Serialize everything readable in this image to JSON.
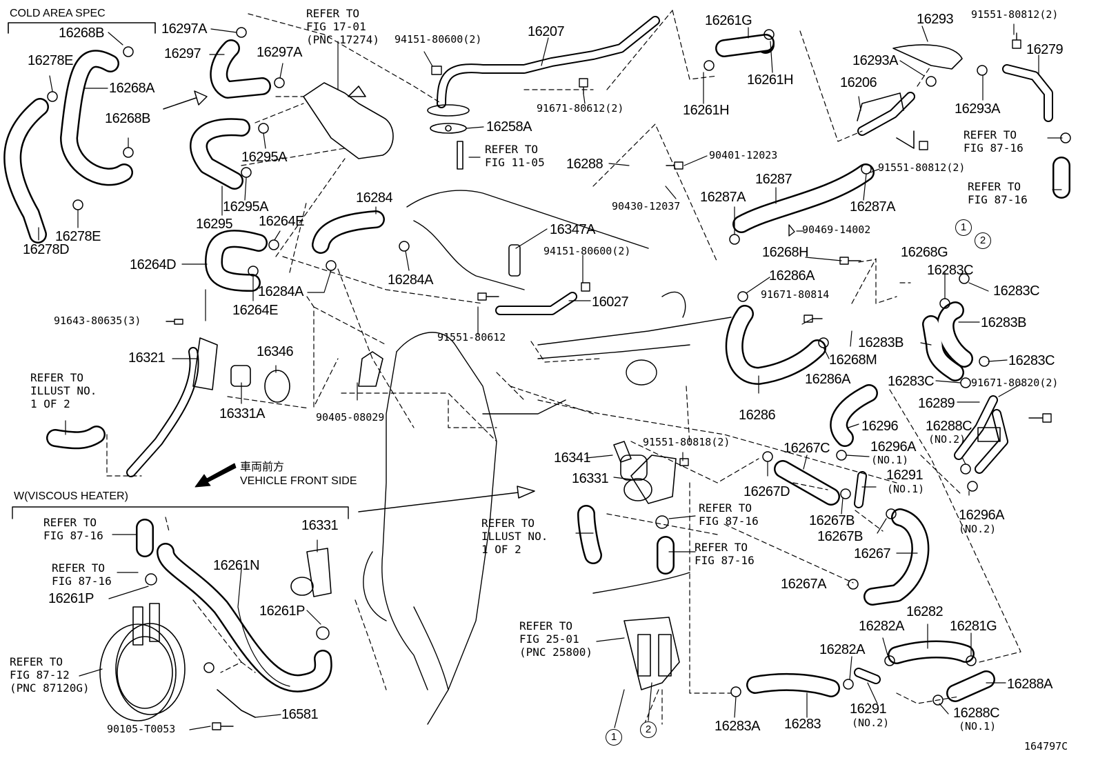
{
  "diagram": {
    "section_cold": "COLD AREA SPEC",
    "section_viscous": "W(VISCOUS HEATER)",
    "front_jp": "車両前方",
    "front_en": "VEHICLE FRONT SIDE",
    "illustration_id": "164797C",
    "circle_1": "1",
    "circle_2": "2"
  },
  "labels": {
    "p16268B_1": "16268B",
    "p16278E_1": "16278E",
    "p16268A": "16268A",
    "p16268B_2": "16268B",
    "p16278E_2": "16278E",
    "p16278D": "16278D",
    "p16297A_1": "16297A",
    "p16297": "16297",
    "p16297A_2": "16297A",
    "p16295A_1": "16295A",
    "p16295A_2": "16295A",
    "p16295": "16295",
    "p16264E_1": "16264E",
    "p16264D": "16264D",
    "p16264E_2": "16264E",
    "p16284": "16284",
    "p16284A_1": "16284A",
    "p16284A_2": "16284A",
    "p16207": "16207",
    "p94151_1": "94151-80600(2)",
    "p91671_1": "91671-80612(2)",
    "p16258A": "16258A",
    "p16347A": "16347A",
    "p94151_2": "94151-80600(2)",
    "p16027": "16027",
    "p91551_1": "91551-80612",
    "p16288": "16288",
    "p90401": "90401-12023",
    "p90430": "90430-12037",
    "p16261G": "16261G",
    "p16261H_1": "16261H",
    "p16261H_2": "16261H",
    "p16293": "16293",
    "p91551_2": "91551-80812(2)",
    "p16279": "16279",
    "p16293A_1": "16293A",
    "p16206": "16206",
    "p16293A_2": "16293A",
    "p91551_3": "91551-80812(2)",
    "p16287": "16287",
    "p16287A_1": "16287A",
    "p16287A_2": "16287A",
    "p90469": "90469-14002",
    "p16268H": "16268H",
    "p16268G": "16268G",
    "p16283C_1": "16283C",
    "p16283C_2": "16283C",
    "p16286A_1": "16286A",
    "p91671_2": "91671-80814",
    "p16283B_1": "16283B",
    "p16283B_2": "16283B",
    "p16268M": "16268M",
    "p16283C_3": "16283C",
    "p16286A_2": "16286A",
    "p16283C_4": "16283C",
    "p91671_3": "91671-80820(2)",
    "p16286": "16286",
    "p16289": "16289",
    "p16296": "16296",
    "p16288C_1": "16288C",
    "p16288C_1n": "(NO.2)",
    "p16296A_1": "16296A",
    "p16296A_1n": "(NO.1)",
    "p16267C": "16267C",
    "p16291_1": "16291",
    "p16291_1n": "(NO.1)",
    "p16267D": "16267D",
    "p16296A_2": "16296A",
    "p16296A_2n": "(NO.2)",
    "p16267B_1": "16267B",
    "p16267B_2": "16267B",
    "p16267": "16267",
    "p16267A": "16267A",
    "p91551_4": "91551-80818(2)",
    "p16341": "16341",
    "p16331_1": "16331",
    "p91643": "91643-80635(3)",
    "p16321": "16321",
    "p16346": "16346",
    "p16331A": "16331A",
    "p90405": "90405-08029",
    "p16331_2": "16331",
    "p16261N": "16261N",
    "p16261P_1": "16261P",
    "p16261P_2": "16261P",
    "p16581": "16581",
    "p90105": "90105-T0053",
    "p16282": "16282",
    "p16282A_1": "16282A",
    "p16281G": "16281G",
    "p16282A_2": "16282A",
    "p16288A": "16288A",
    "p16291_2": "16291",
    "p16291_2n": "(NO.2)",
    "p16283A": "16283A",
    "p16283": "16283",
    "p16288C_2": "16288C",
    "p16288C_2n": "(NO.1)"
  },
  "references": {
    "r_17_01": "REFER TO\nFIG 17-01\n(PNC 17274)",
    "r_11_05": "REFER TO\nFIG 11-05",
    "r_87_16_a": "REFER TO\nFIG 87-16",
    "r_87_16_b": "REFER TO\nFIG 87-16",
    "r_illust_1": "REFER TO\nILLUST NO.\n1 OF 2",
    "r_illust_2": "REFER TO\nILLUST NO.\n1 OF 2",
    "r_87_16_c": "REFER TO\nFIG 87-16",
    "r_87_16_d": "REFER TO\nFIG 87-16",
    "r_87_16_e": "REFER TO\nFIG 87-16",
    "r_87_16_f": "REFER TO\nFIG 87-16",
    "r_87_12": "REFER TO\nFIG 87-12\n(PNC 87120G)",
    "r_25_01": "REFER TO\nFIG 25-01\n(PNC 25800)"
  }
}
